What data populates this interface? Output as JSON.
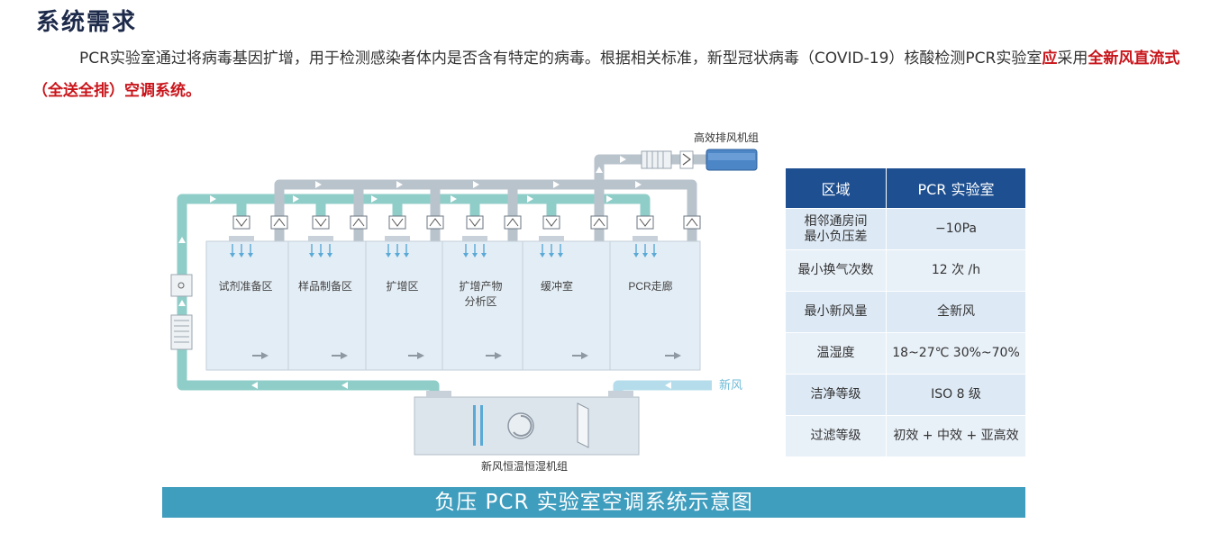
{
  "heading": "系统需求",
  "paragraph": {
    "part1": "PCR实验室通过将病毒基因扩增，用于检测感染者体内是否含有特定的病毒。根据相关标准，新型冠状病毒（COVID-19）核酸检测PCR实验室",
    "part2": "应",
    "part3": "采用",
    "part4": "全新风直流式（全送全排）空调系统。"
  },
  "diagram": {
    "rooms": [
      "试剂准备区",
      "样品制备区",
      "扩增区",
      "扩增产物\n分析区",
      "缓冲室",
      "PCR走廊"
    ],
    "exhaust_unit_label": "高效排风机组",
    "ahu_label": "新风恒温恒湿机组",
    "fresh_air_label": "新风",
    "caption": "负压 PCR 实验室空调系统示意图",
    "colors": {
      "supply_duct": "#8fcdc8",
      "exhaust_duct": "#b9c3cc",
      "fresh_duct": "#b5dceb",
      "room_fill": "#e3edf5",
      "caption_bar": "#3f9dbe",
      "table_header": "#1e4f90",
      "table_cell": "#dde9f5",
      "highlight_red": "#c8141a"
    }
  },
  "table": {
    "headers": [
      "区域",
      "PCR 实验室"
    ],
    "rows": [
      [
        "相邻通房间\n最小负压差",
        "−10Pa"
      ],
      [
        "最小换气次数",
        "12 次 /h"
      ],
      [
        "最小新风量",
        "全新风"
      ],
      [
        "温湿度",
        "18~27℃ 30%~70%"
      ],
      [
        "洁净等级",
        "ISO 8 级"
      ],
      [
        "过滤等级",
        "初效 + 中效 + 亚高效"
      ]
    ]
  }
}
